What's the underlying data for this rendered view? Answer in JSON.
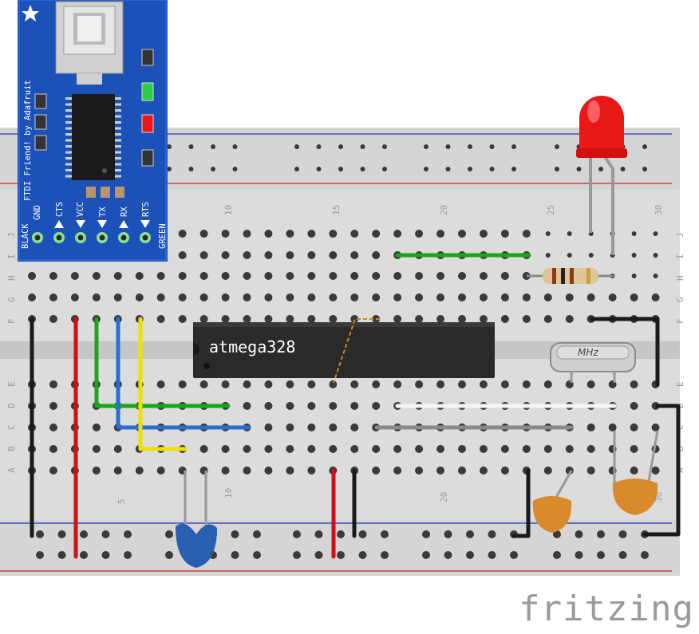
{
  "chip": {
    "label": "atmega328"
  },
  "crystal": {
    "label": "MHz"
  },
  "ftdi": {
    "title": "FTDI Friend! by Adafruit",
    "pins": [
      "GND",
      "CTS",
      "VCC",
      "TX",
      "RX",
      "RTS"
    ],
    "left_color": "BLACK",
    "right_color": "GREEN"
  },
  "breadboard": {
    "column_numbers_top": [
      "10",
      "15",
      "20",
      "25",
      "30"
    ],
    "column_numbers_bottom": [
      "5",
      "10",
      "20",
      "30"
    ],
    "row_letters_top": [
      "J",
      "I",
      "H",
      "G",
      "F"
    ],
    "row_letters_bottom": [
      "E",
      "D",
      "C",
      "B",
      "A"
    ]
  },
  "brand": {
    "text": "fritzing"
  },
  "colors": {
    "board_bg": "#d9d9d9",
    "rail_red": "#cc2222",
    "rail_blue": "#2233bb",
    "ftdi_blue": "#1c52b8",
    "wire_black": "#1a1a1a",
    "wire_red": "#c81414",
    "wire_green": "#1aa61a",
    "wire_blue": "#2a6fd0",
    "wire_yellow": "#f0e000",
    "wire_gray": "#8a8a8a",
    "led_red": "#e81818",
    "cap_orange": "#d98a2a",
    "cap_blue": "#2a5fb0"
  }
}
